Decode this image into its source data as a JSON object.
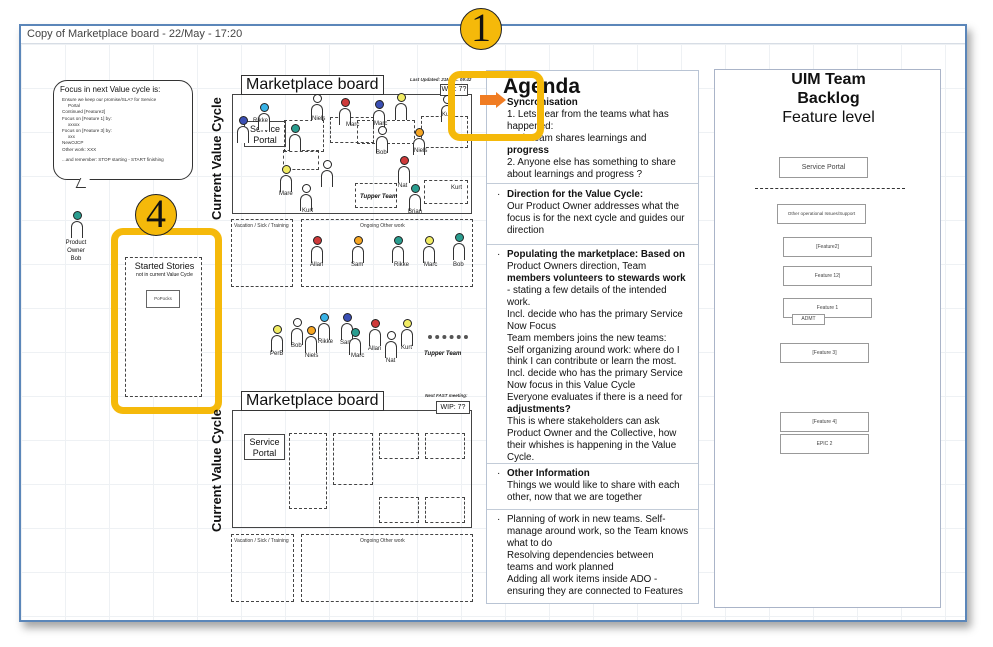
{
  "window": {
    "title": "Copy of Marketplace board - 22/May - 17:20"
  },
  "bubble": {
    "title": "Focus in next Value cycle is:",
    "items": [
      "Ensure we keep our promise/SLA? for Service",
      "Portal",
      "Continued [Feature2]",
      "Focus on [Feature 1] by:",
      "xxxxx",
      "Focus on [Feature 3] by:",
      "xxx",
      "NewOJCP",
      "Other work: XXX",
      "",
      "...and remember: STOP starting - START finishing"
    ],
    "owner": "Product Owner Bob"
  },
  "badges": {
    "one": "1",
    "four": "4"
  },
  "started_stories": {
    "title": "Started Stories",
    "subtitle": "not in current Value Cycle",
    "card": "PoPocks"
  },
  "board_top": {
    "title": "Marketplace board",
    "wip": "WIP: 7?",
    "updated": "Last Updated: 21May... 09:42",
    "service_portal": "Service Portal",
    "vertical_label": "Current Value Cycle",
    "people": [
      "Rikke",
      "Niels",
      "Marc",
      "Marc",
      "Kurt",
      "Bob",
      "Niels",
      "Mare",
      "Kurt",
      "Nat",
      "Kurt",
      "Rikke",
      "Brian"
    ],
    "team": "Tupper Team",
    "vacation": "Vacation / Sick / Training",
    "ongoing": "Ongoing Other work",
    "bottom_people": [
      "Allan",
      "Sam",
      "Rikke",
      "Marc",
      "Bob"
    ]
  },
  "bench": {
    "people": [
      "PerB",
      "Bob",
      "Niels",
      "Rikke",
      "Sam",
      "Marc",
      "Allan",
      "Nat",
      "Kurt"
    ],
    "team": "Tupper Team"
  },
  "board_bottom": {
    "title": "Marketplace board",
    "note": "Next FAST meeting:",
    "wip": "WIP: 7?",
    "service_portal": "Service Portal",
    "vertical_label": "Current Value Cycle",
    "vacation": "Vacation / Sick / Training",
    "ongoing": "Ongoing Other work"
  },
  "agenda": {
    "title": "Agenda",
    "s1": [
      "Syncronisation",
      "1. Lets hear from the teams what has",
      "happened:",
      "each team shares learnings and",
      "progress",
      "2. Anyone else has something to share",
      "about learnings and progress ?"
    ],
    "s2": [
      "Direction for the Value Cycle:",
      "Our Product Owner addresses what the",
      "focus is for the next cycle and guides our",
      "direction"
    ],
    "s3": [
      "Populating the marketplace: Based on",
      "Product Owners direction, Team",
      "members volunteers to stewards work",
      "- stating a few details of the intended",
      "work.",
      "Incl. decide who has the primary Service",
      "Now Focus",
      "Team members joins the new teams:",
      "Self organizing around work: where do I",
      "think I can contribute or learn the most.",
      "Incl. decide who has the primary Service",
      "Now focus in this Value Cycle",
      "Everyone evaluates if there is a need for",
      "adjustments?",
      "This is where stakeholders can ask",
      "Product Owner and the Collective, how",
      "their whishes is happening in the Value",
      "Cycle."
    ],
    "s4": [
      "Other Information",
      "Things we would like to share with each",
      "other, now that we are together"
    ],
    "s5": [
      "Planning of work in new teams. Self-",
      "manage around work, so the Team knows",
      "what to do",
      "Resolving dependencies between",
      "teams and work planned",
      "Adding all work items inside ADO -",
      "ensuring they are connected to Features"
    ]
  },
  "backlog": {
    "title_1": "UIM Team",
    "title_2": "Backlog",
    "title_3": "Feature level",
    "service_portal": "Service Portal",
    "other": "Other operational Issues/Support",
    "items": [
      "[Feature2]",
      "Feature 12|",
      "Feature 1",
      "ADMT",
      "[Feature 3]",
      "[Feature 4]",
      "EPIC 2"
    ]
  }
}
